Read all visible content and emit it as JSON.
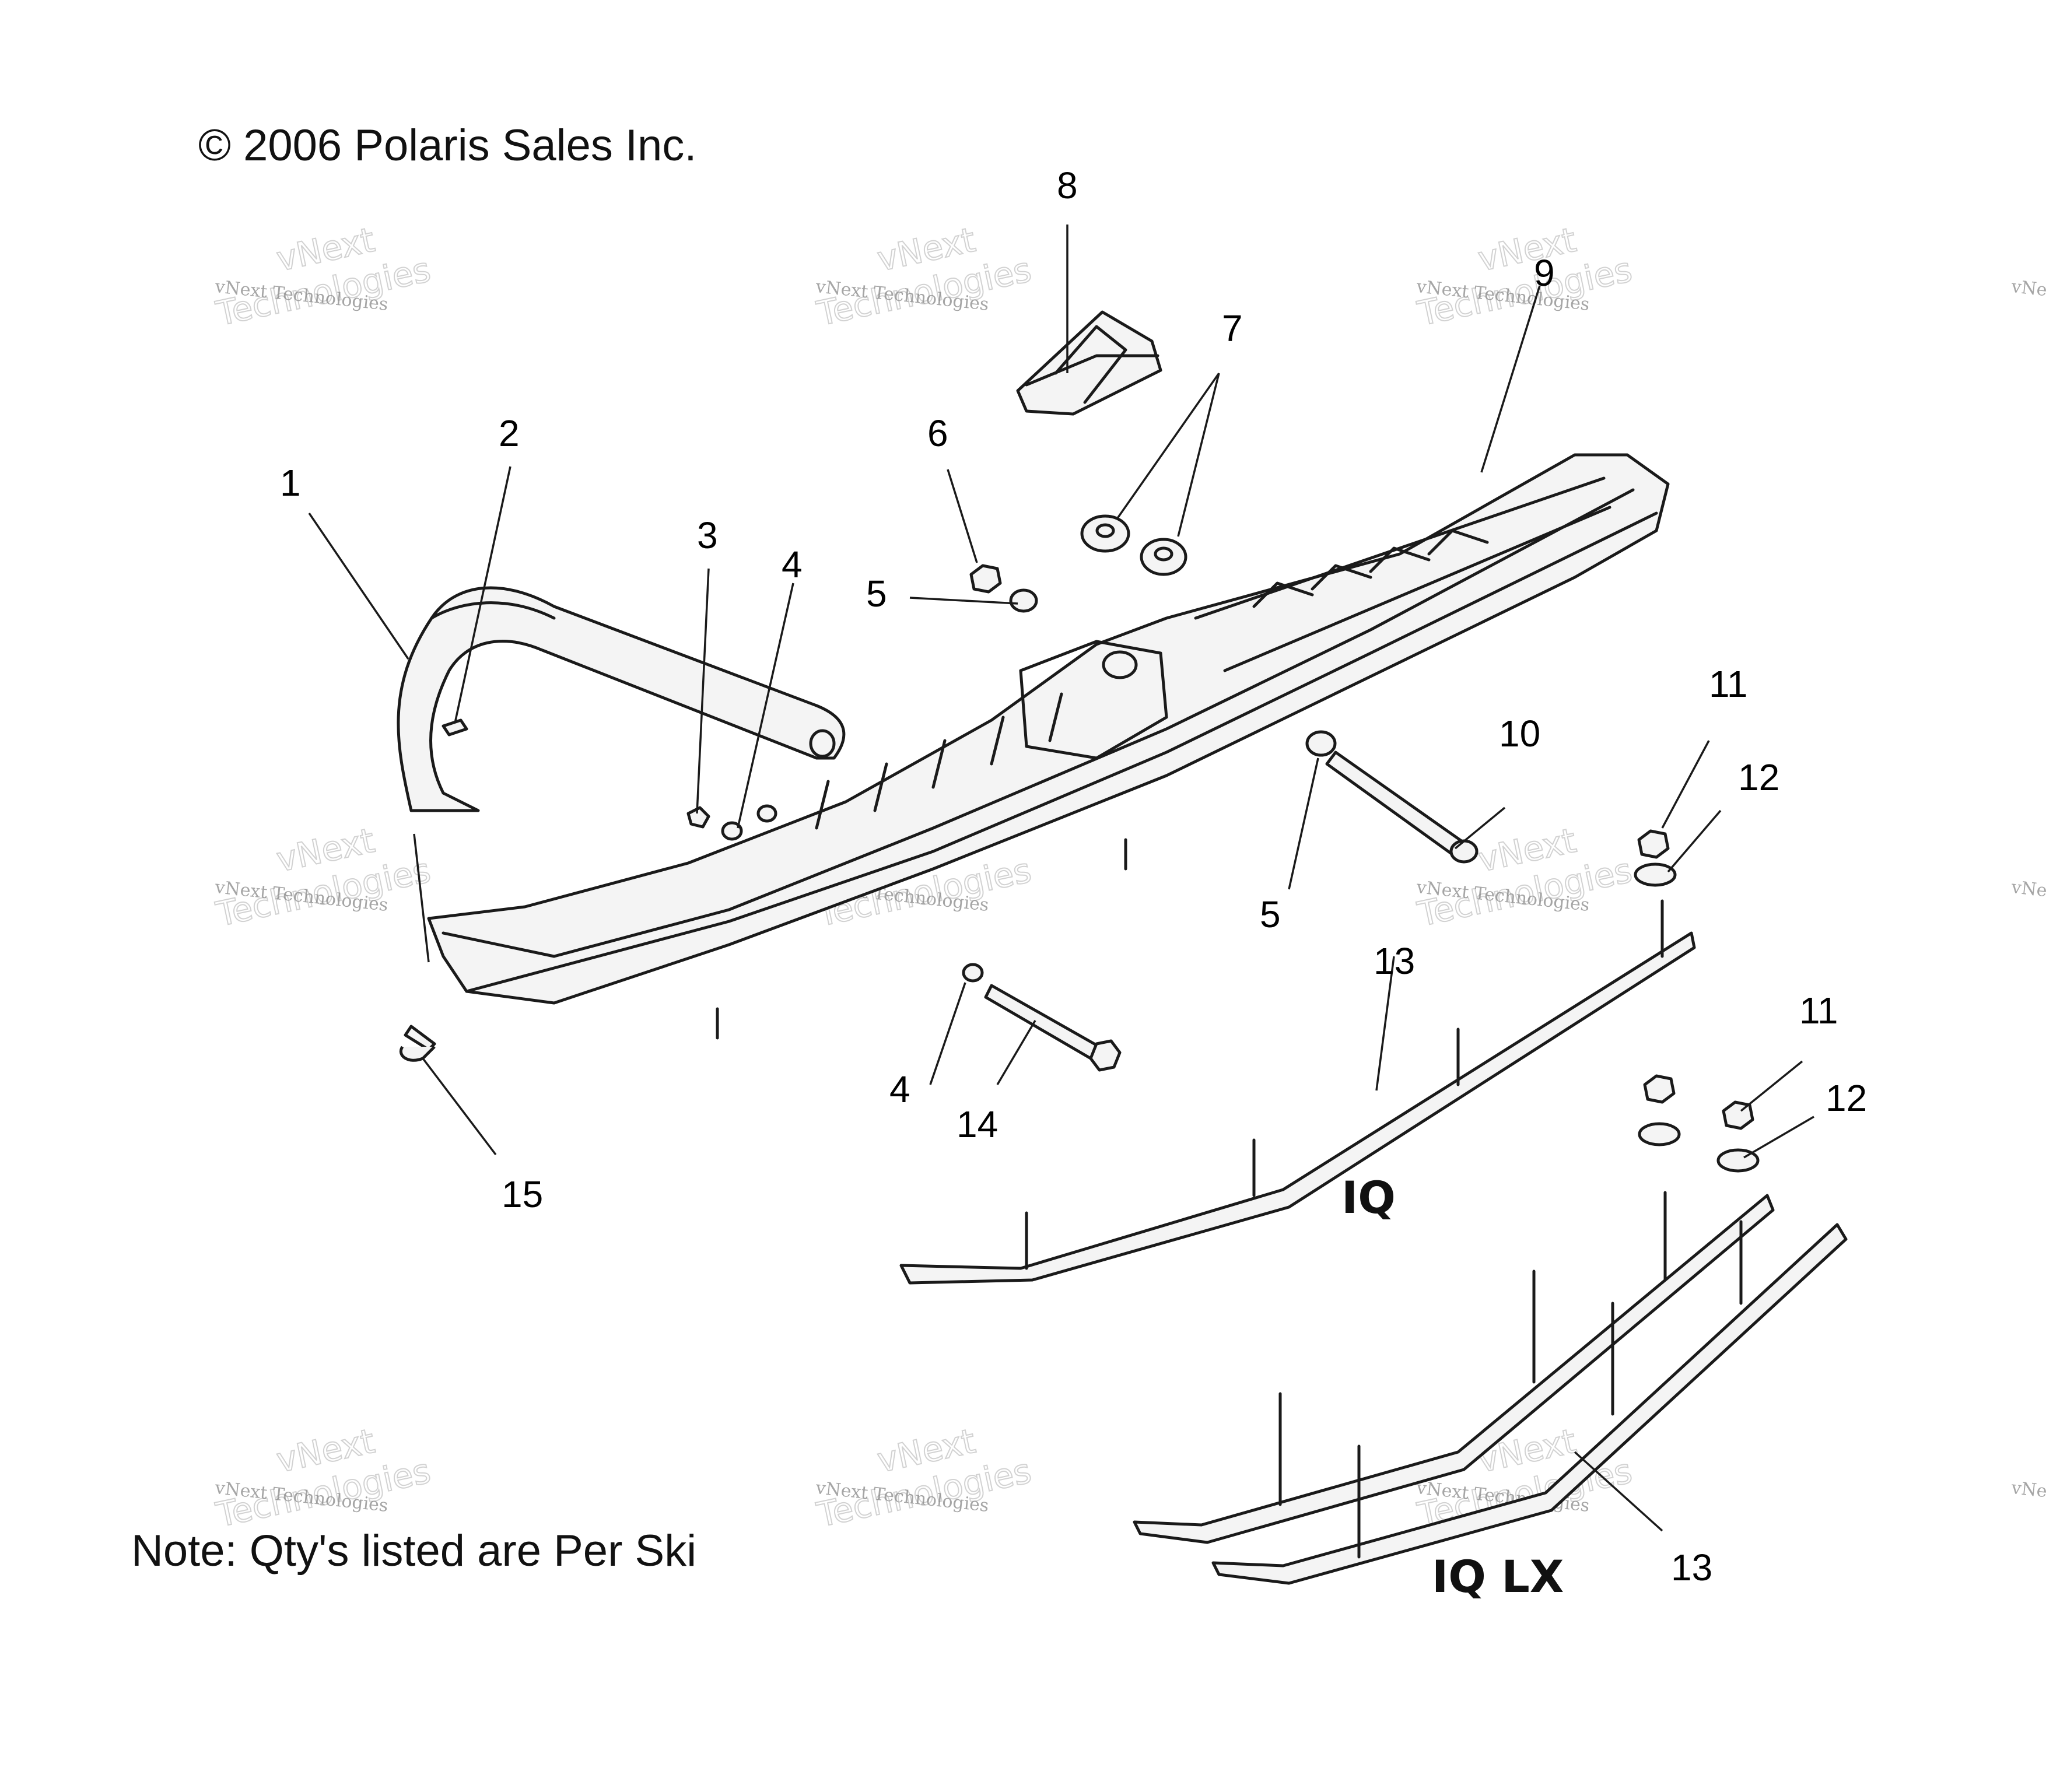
{
  "copyright": "© 2006 Polaris Sales Inc.",
  "note": "Note: Qty's listed are Per Ski",
  "variant_labels": {
    "iq": "IQ",
    "iq_lx": "IQ LX"
  },
  "watermark": {
    "line1": "vNext Technologies",
    "line2a": "vNext",
    "line2b": "Technologies"
  },
  "callouts": [
    "1",
    "2",
    "3",
    "4",
    "5",
    "6",
    "7",
    "8",
    "9",
    "10",
    "11",
    "12",
    "13",
    "14",
    "15",
    "4",
    "5",
    "11",
    "12",
    "13"
  ]
}
